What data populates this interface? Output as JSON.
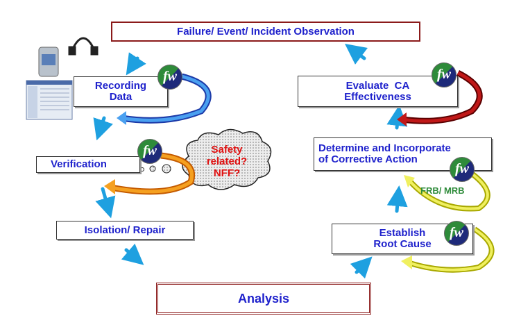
{
  "title": "Failure/ Event/ Incident Observation",
  "nodes": {
    "recording": [
      "Recording",
      "Data"
    ],
    "verification": "Verification",
    "isolation": "Isolation/ Repair",
    "analysis": "Analysis",
    "establish": [
      "Establish",
      "Root Cause"
    ],
    "determine": [
      "Determine and Incorporate",
      "of Corrective Action"
    ],
    "evaluate": [
      "Evaluate  CA",
      "Effectiveness"
    ]
  },
  "cloud": [
    "Safety",
    "related?",
    "NFF?"
  ],
  "board_label": "FRB/ MRB",
  "logo_text": "fw",
  "colors": {
    "box_text": "#1f22cc",
    "arrow": "#1ea0e0",
    "cloud_text": "#e01010",
    "board_text": "#2e8b3a",
    "analysis_border": "#8b1a1a"
  },
  "icons": [
    "pda-icon",
    "headset-icon",
    "screen-icon",
    "fw-logo-icon"
  ]
}
